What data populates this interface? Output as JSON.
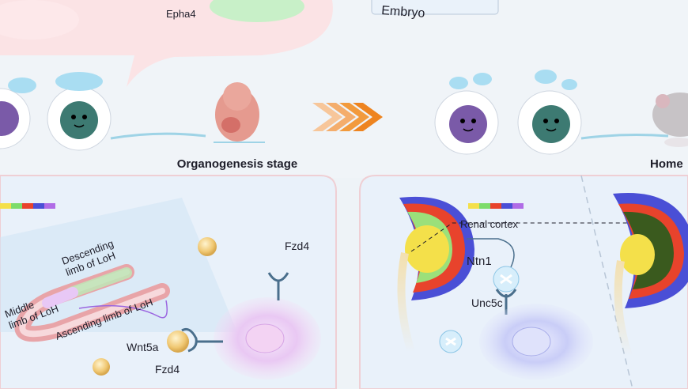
{
  "top_labels": {
    "epha4": "Epha4",
    "embryo": "Embryo"
  },
  "stages": {
    "organogenesis": "Organogenesis stage",
    "home_partial": "Home"
  },
  "left_panel": {
    "middle_limb": "Middle\nlimb of LoH",
    "descending_limb": "Descending\nlimb of LoH",
    "ascending_limb": "Ascending limb of LoH",
    "wnt5a": "Wnt5a",
    "fzd4_receptor_top": "Fzd4",
    "fzd4_receptor_bottom": "Fzd4"
  },
  "right_panel": {
    "renal_cortex": "Renal cortex",
    "ntn1": "Ntn1",
    "unc5c": "Unc5c"
  },
  "colors": {
    "nephron_tube": "#e8a4a8",
    "ring_outer": "#4a4fd6",
    "ring_red": "#e8432c",
    "ring_green": "#9be07a",
    "ring_yellow": "#f4e04a",
    "cell_pink": "#e6c6f2",
    "cell_blue": "#c9cdf7",
    "arrow_orange": "#f29a3c"
  },
  "color_bar": [
    "#f4e04a",
    "#7ddc6a",
    "#e8432c",
    "#4a4fd6",
    "#b06ce6"
  ]
}
